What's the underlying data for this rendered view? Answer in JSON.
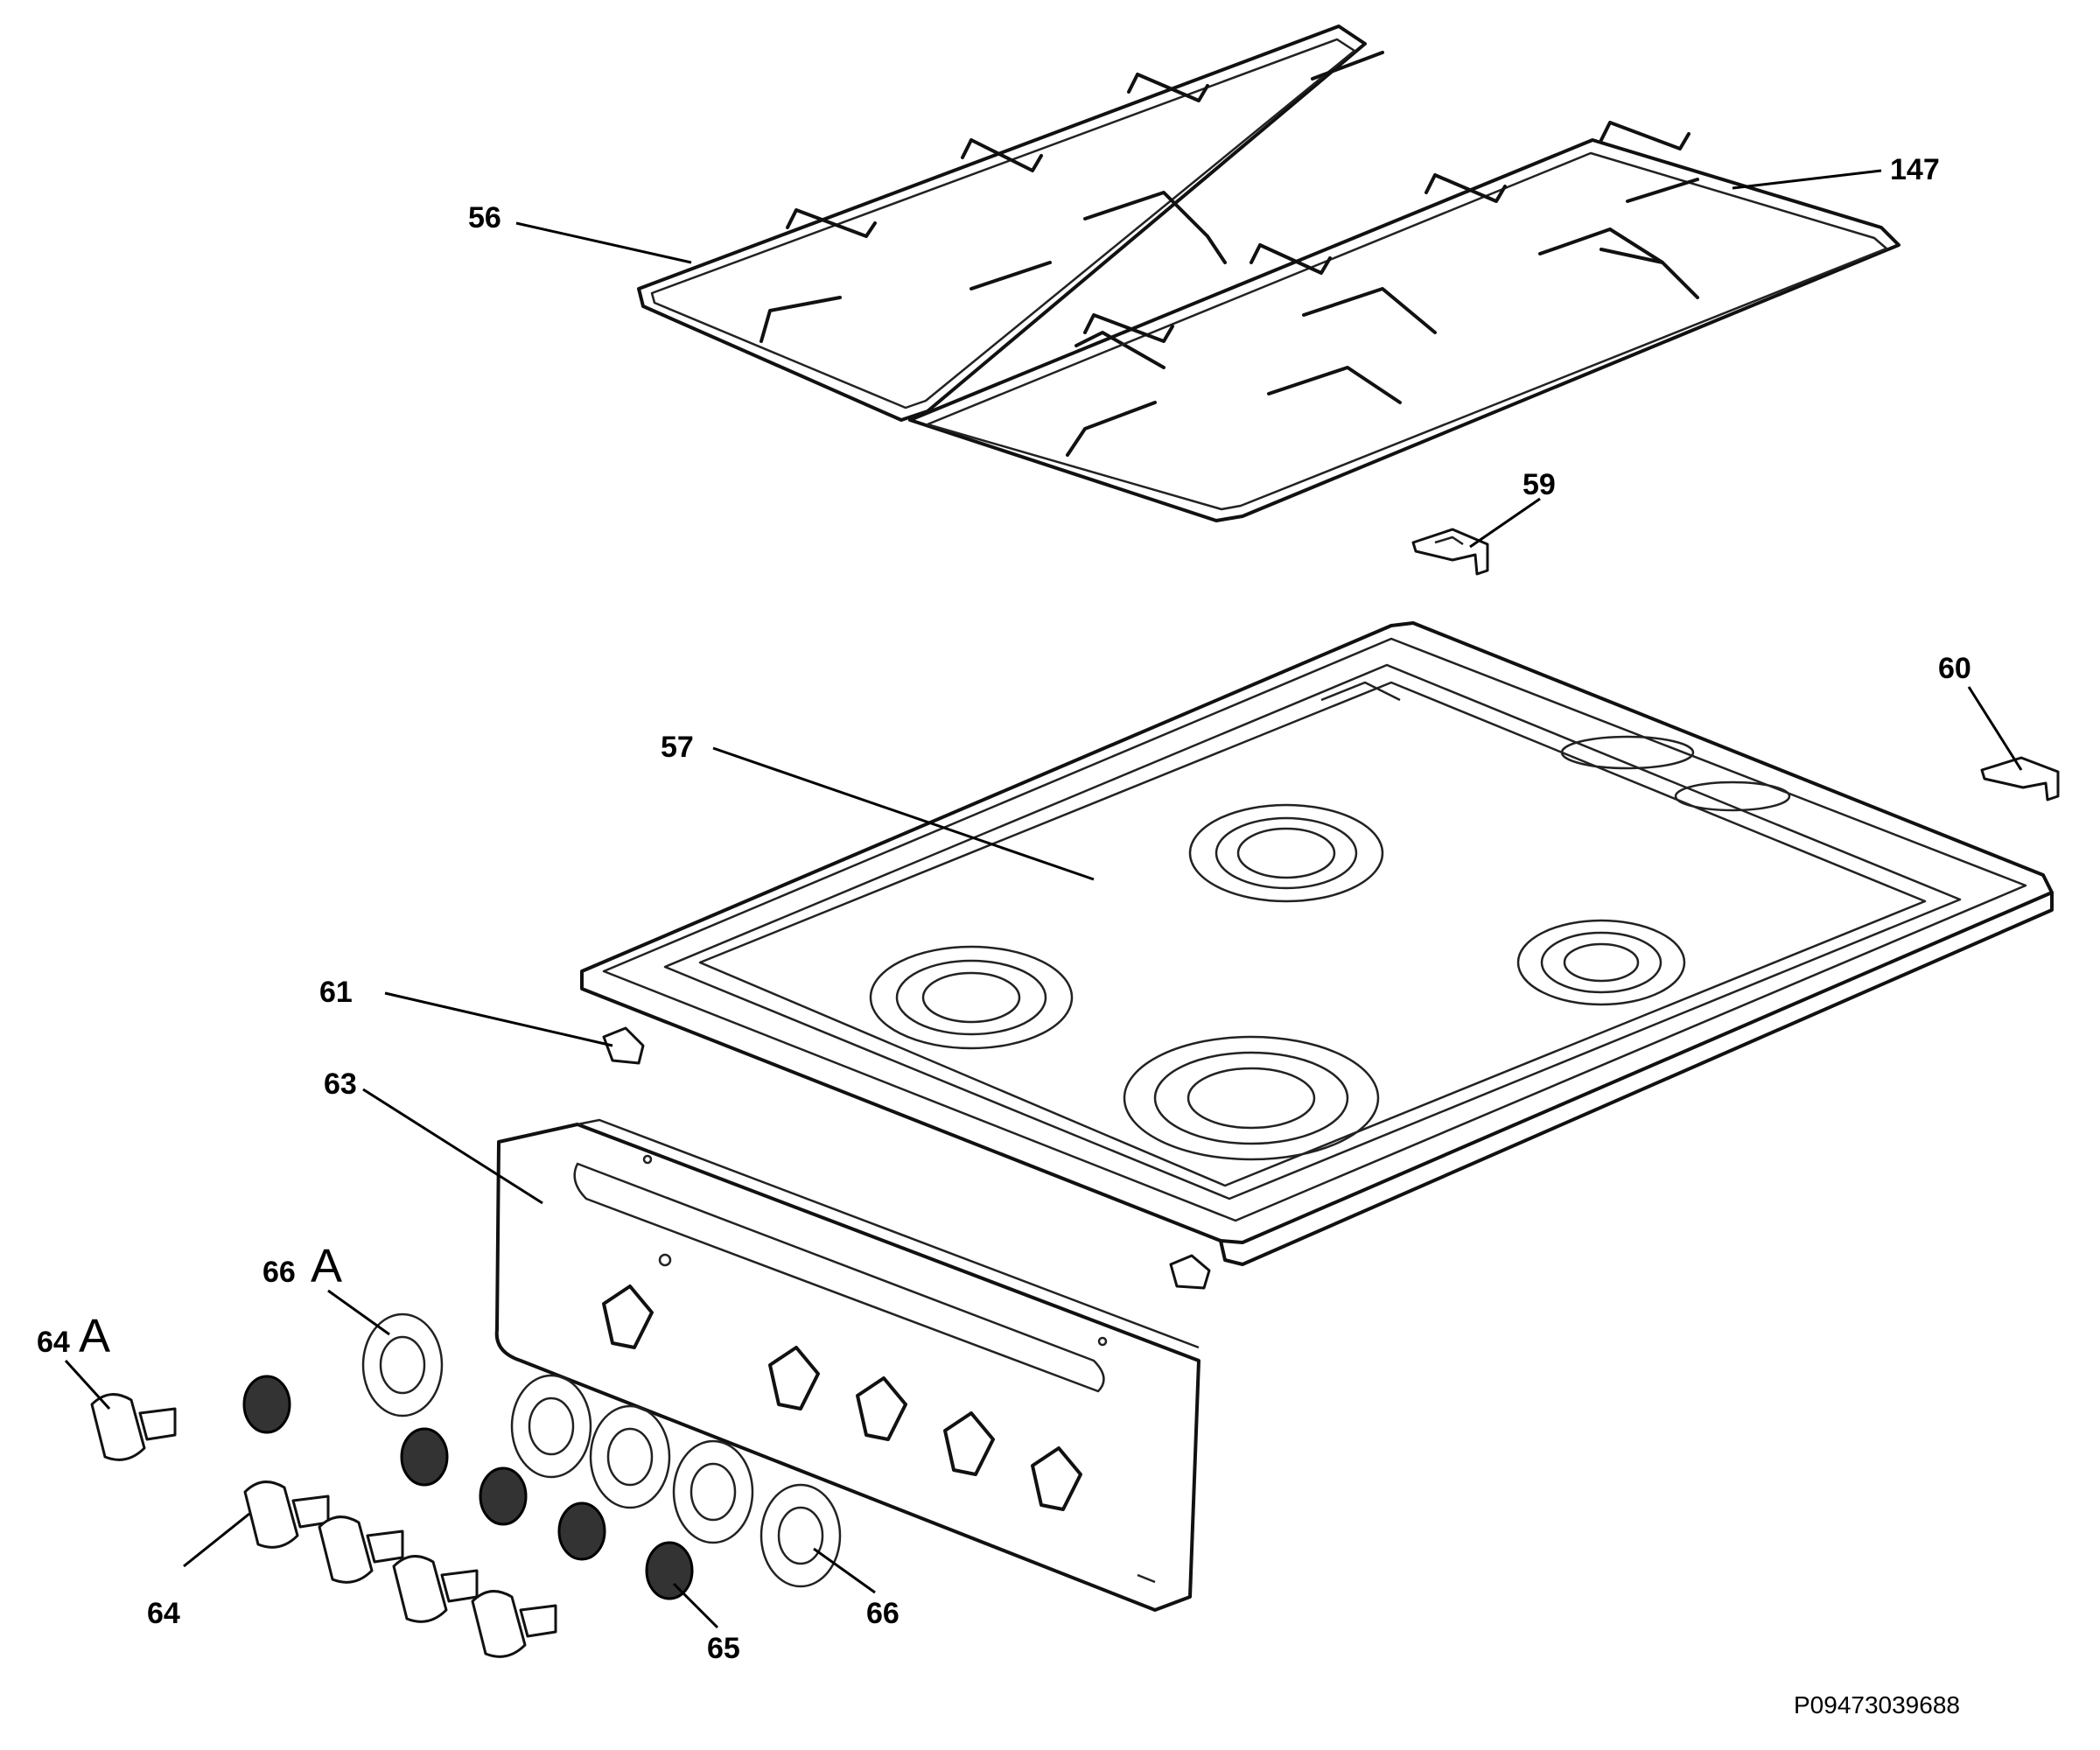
{
  "labels": {
    "l56": "56",
    "l147": "147",
    "l59": "59",
    "l60": "60",
    "l57": "57",
    "l61": "61",
    "l63": "63",
    "l66a_num": "66",
    "l66a_letter": "A",
    "l64a_num": "64",
    "l64a_letter": "A",
    "l64": "64",
    "l65": "65",
    "l66": "66"
  },
  "reference": "P09473039688"
}
